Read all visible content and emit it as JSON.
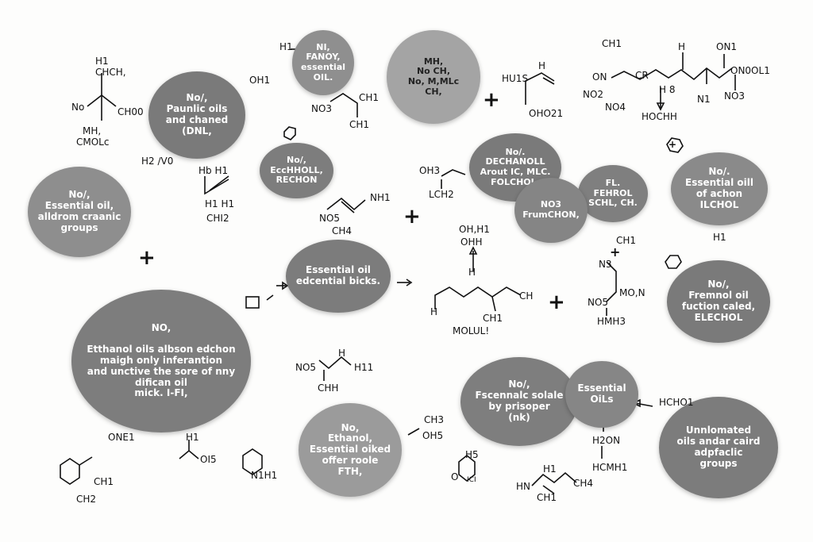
{
  "colors": {
    "background": "#fdfdfc",
    "bubble_dark": "#767676",
    "bubble_mid": "#8c8c8c",
    "bubble_light": "#a6a6a6",
    "text": "#111111"
  },
  "bubbles": [
    {
      "name": "bubble-paunlic-oils",
      "text": "No/,\nPaunlic oils\nand chaned\n(DNL,"
    },
    {
      "name": "bubble-fanoy-oil",
      "text": "NI,\nFANOY,\nessential\nOIL."
    },
    {
      "name": "bubble-mh-top",
      "text": "MH,\nNo      CH,\nNo,       M,MLc\nCH,"
    },
    {
      "name": "bubble-ecchholl",
      "text": "No/,\nEccHHOLL,\nRECHON"
    },
    {
      "name": "bubble-essential-oil-left",
      "text": "No/,\nEssential oil,\nalldrom craanic\ngroups"
    },
    {
      "name": "bubble-dechanoll",
      "text": "No/.\nDECHANOLL\nArout IC, MLC.\nFOLCHOL."
    },
    {
      "name": "bubble-fl-fehrol",
      "text": "FL.\nFEHROL\nSCHL, CH."
    },
    {
      "name": "bubble-frumchon",
      "text": "NO3\nFrumCHON,"
    },
    {
      "name": "bubble-acho-ilchol",
      "text": "No/.\nEssential oill\nof achon\nILCHOL"
    },
    {
      "name": "bubble-edcential-bicks",
      "text": "Essential oil\nedcential bicks."
    },
    {
      "name": "bubble-fremnol",
      "text": "No/,\nFremnol oil\nfuction caled,\nELECHOL"
    },
    {
      "name": "bubble-ethanol-large",
      "text": "NO,\n\nEtthanol oils albson edchon\nmaigh only inferantion\nand unctive the sore of nny\ndifican oil\nmick.       I-FI,"
    },
    {
      "name": "bubble-fscennalc",
      "text": "No/,\nFscennalc solale\nby prisoper\n(nk)"
    },
    {
      "name": "bubble-essential-oils-small",
      "text": "Essential\nOiLs"
    },
    {
      "name": "bubble-ethanol-bottom",
      "text": "No,\nEthanol,\nEssential oiked\noffer roole\nFTH,"
    },
    {
      "name": "bubble-unnlomated",
      "text": "Unnlomated\noils andar caird\nadpfaclic\ngroups"
    }
  ],
  "labels": [
    {
      "name": "label-h1-topleft",
      "text": "H1"
    },
    {
      "name": "label-chch",
      "text": "CHCH,"
    },
    {
      "name": "label-no-left",
      "text": "No"
    },
    {
      "name": "label-ch00",
      "text": "CH00"
    },
    {
      "name": "label-mh",
      "text": "MH,"
    },
    {
      "name": "label-cmolc",
      "text": "CMOLc"
    },
    {
      "name": "label-oh1",
      "text": "OH1"
    },
    {
      "name": "label-h-fanoy",
      "text": "H1"
    },
    {
      "name": "label-h2v0",
      "text": "H2 ∕V0"
    },
    {
      "name": "label-no3-a",
      "text": "NO3"
    },
    {
      "name": "label-ch1-a",
      "text": "CH1"
    },
    {
      "name": "label-ch1-b",
      "text": "CH1"
    },
    {
      "name": "label-hb-h1",
      "text": "Hb    H1"
    },
    {
      "name": "label-h1-h1",
      "text": "H1  H1"
    },
    {
      "name": "label-chi2",
      "text": "CHI2"
    },
    {
      "name": "label-nh1",
      "text": "NH1"
    },
    {
      "name": "label-no5",
      "text": "NO5"
    },
    {
      "name": "label-ch4",
      "text": "CH4"
    },
    {
      "name": "label-hu",
      "text": "HU1S"
    },
    {
      "name": "label-h-top",
      "text": "H"
    },
    {
      "name": "label-oho21",
      "text": "OHO21"
    },
    {
      "name": "label-ch1-top",
      "text": "CH1"
    },
    {
      "name": "label-h-chain",
      "text": "H"
    },
    {
      "name": "label-on-chain",
      "text": "ON1"
    },
    {
      "name": "label-on-chain-2",
      "text": "ON"
    },
    {
      "name": "label-on0l1",
      "text": "ON0OL1"
    },
    {
      "name": "label-cr",
      "text": "CR"
    },
    {
      "name": "label-no2",
      "text": "NO2"
    },
    {
      "name": "label-no4",
      "text": "NO4"
    },
    {
      "name": "label-h-8",
      "text": "H 8"
    },
    {
      "name": "label-n1",
      "text": "N1"
    },
    {
      "name": "label-no3-chain",
      "text": "NO3"
    },
    {
      "name": "label-hochh",
      "text": "HOCHH"
    },
    {
      "name": "label-oh3",
      "text": "OH3"
    },
    {
      "name": "label-lch2",
      "text": "LCH2"
    },
    {
      "name": "label-ohh1",
      "text": "OH,H1"
    },
    {
      "name": "label-ohh",
      "text": "OHH"
    },
    {
      "name": "label-h-mid",
      "text": "H"
    },
    {
      "name": "label-h-left-chain",
      "text": "H"
    },
    {
      "name": "label-ch-chain",
      "text": "CH"
    },
    {
      "name": "label-ch1-chain",
      "text": "CH1"
    },
    {
      "name": "label-molul",
      "text": "MOLUL!"
    },
    {
      "name": "label-ch1-right",
      "text": "CH1"
    },
    {
      "name": "label-n3",
      "text": "N3"
    },
    {
      "name": "label-no5-right",
      "text": "NO5"
    },
    {
      "name": "label-mo-n",
      "text": "MO,N"
    },
    {
      "name": "label-hmh3",
      "text": "HMH3"
    },
    {
      "name": "label-h1-right",
      "text": "H1"
    },
    {
      "name": "label-no5-mid",
      "text": "NO5"
    },
    {
      "name": "label-h-mid2",
      "text": "H"
    },
    {
      "name": "label-h11",
      "text": "H11"
    },
    {
      "name": "label-chh",
      "text": "CHH"
    },
    {
      "name": "label-one1",
      "text": "ONE1"
    },
    {
      "name": "label-h1-bl",
      "text": "H1"
    },
    {
      "name": "label-oi5",
      "text": "OI5"
    },
    {
      "name": "label-n1h1",
      "text": "N1H1"
    },
    {
      "name": "label-ch1-bl",
      "text": "CH1"
    },
    {
      "name": "label-ch2-bl",
      "text": "CH2"
    },
    {
      "name": "label-ch3-bm",
      "text": "CH3"
    },
    {
      "name": "label-oh5",
      "text": "OH5"
    },
    {
      "name": "label-h5",
      "text": "H5"
    },
    {
      "name": "label-o-ring",
      "text": "O"
    },
    {
      "name": "label-ci",
      "text": "ICI"
    },
    {
      "name": "label-h1-bm",
      "text": "H1"
    },
    {
      "name": "label-hn",
      "text": "HN"
    },
    {
      "name": "label-ch1-bm",
      "text": "CH1"
    },
    {
      "name": "label-ch4-bm",
      "text": "CH4"
    },
    {
      "name": "label-h2on",
      "text": "H2ON"
    },
    {
      "name": "label-hcmh1",
      "text": "HCMH1"
    },
    {
      "name": "label-hcho1",
      "text": "HCHO1"
    }
  ],
  "plus_signs": [
    "+",
    "+",
    "+",
    "+",
    "+",
    "+"
  ]
}
